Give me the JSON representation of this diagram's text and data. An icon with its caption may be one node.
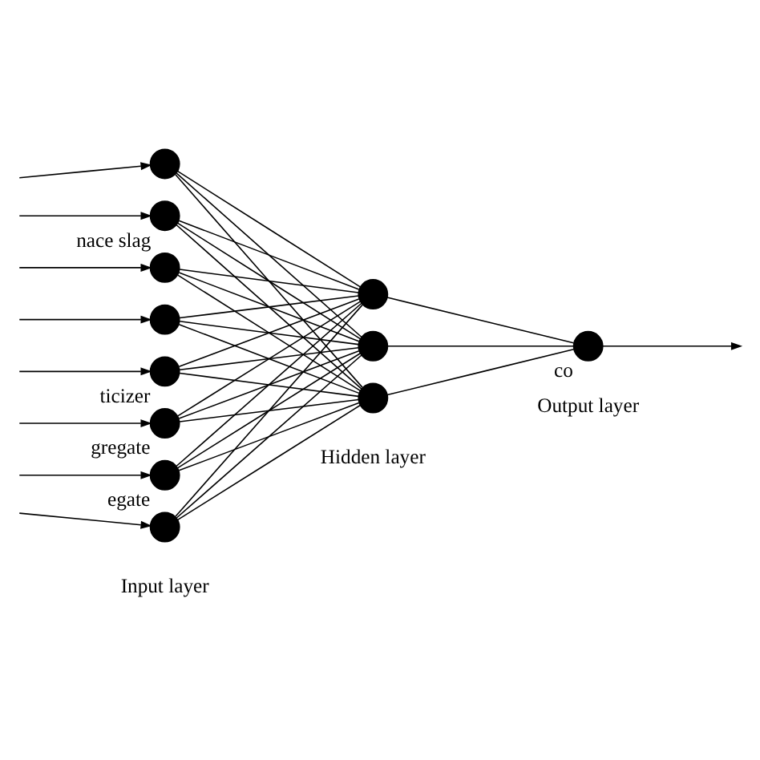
{
  "diagram": {
    "nodes": [
      {
        "text": [],
        "shape": "circle"
      },
      {
        "text": [],
        "shape": "circle",
        "beside": [
          "nace slag"
        ]
      },
      {
        "text": [],
        "shape": "circle"
      },
      {
        "text": [],
        "shape": "circle"
      },
      {
        "text": [],
        "shape": "circle",
        "beside": [
          "ticizer"
        ]
      },
      {
        "text": [],
        "shape": "circle",
        "beside": [
          "gregate"
        ]
      },
      {
        "text": [],
        "shape": "circle",
        "beside": [
          "egate"
        ]
      },
      {
        "text": [],
        "shape": "circle"
      },
      {
        "text": [],
        "shape": "circle"
      },
      {
        "text": [],
        "shape": "circle"
      },
      {
        "text": [],
        "shape": "circle"
      },
      {
        "text": [],
        "shape": "circle",
        "beside": [
          "co"
        ]
      }
    ],
    "edges": [
      {
        "from": null,
        "to": 0,
        "arrow": "to"
      },
      {
        "from": null,
        "to": 1,
        "arrow": "to"
      },
      {
        "from": null,
        "to": 2,
        "arrow": "to"
      },
      {
        "from": null,
        "to": 3,
        "arrow": "to"
      },
      {
        "from": null,
        "to": 4,
        "arrow": "to"
      },
      {
        "from": null,
        "to": 5,
        "arrow": "to"
      },
      {
        "from": null,
        "to": 6,
        "arrow": "to"
      },
      {
        "from": null,
        "to": 7,
        "arrow": "to"
      },
      {
        "from": 0,
        "to": 8,
        "arrow": "none"
      },
      {
        "from": 0,
        "to": 9,
        "arrow": "none"
      },
      {
        "from": 0,
        "to": 10,
        "arrow": "none"
      },
      {
        "from": 1,
        "to": 8,
        "arrow": "none"
      },
      {
        "from": 1,
        "to": 9,
        "arrow": "none"
      },
      {
        "from": 1,
        "to": 10,
        "arrow": "none"
      },
      {
        "from": 2,
        "to": 8,
        "arrow": "none"
      },
      {
        "from": 2,
        "to": 9,
        "arrow": "none"
      },
      {
        "from": 2,
        "to": 10,
        "arrow": "none"
      },
      {
        "from": 3,
        "to": 8,
        "arrow": "none"
      },
      {
        "from": 3,
        "to": 9,
        "arrow": "none"
      },
      {
        "from": 3,
        "to": 10,
        "arrow": "none"
      },
      {
        "from": 4,
        "to": 8,
        "arrow": "none"
      },
      {
        "from": 4,
        "to": 9,
        "arrow": "none"
      },
      {
        "from": 4,
        "to": 10,
        "arrow": "none"
      },
      {
        "from": 5,
        "to": 8,
        "arrow": "none"
      },
      {
        "from": 5,
        "to": 9,
        "arrow": "none"
      },
      {
        "from": 5,
        "to": 10,
        "arrow": "none"
      },
      {
        "from": 6,
        "to": 8,
        "arrow": "none"
      },
      {
        "from": 6,
        "to": 9,
        "arrow": "none"
      },
      {
        "from": 6,
        "to": 10,
        "arrow": "none"
      },
      {
        "from": 7,
        "to": 8,
        "arrow": "none"
      },
      {
        "from": 7,
        "to": 9,
        "arrow": "none"
      },
      {
        "from": 7,
        "to": 10,
        "arrow": "none"
      },
      {
        "from": 8,
        "to": 11,
        "arrow": "none"
      },
      {
        "from": 9,
        "to": 11,
        "arrow": "none"
      },
      {
        "from": 10,
        "to": 11,
        "arrow": "none"
      },
      {
        "from": 11,
        "to": null,
        "arrow": "to"
      }
    ],
    "labels": [
      "Input layer",
      "Hidden layer",
      "Output layer"
    ]
  }
}
